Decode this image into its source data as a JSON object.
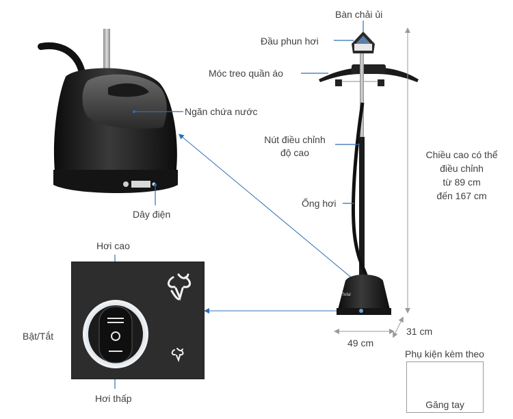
{
  "labels": {
    "brush": "Bàn chải ủi",
    "steam_head": "Đầu phun hơi",
    "hanger": "Móc treo quần áo",
    "water_tank": "Ngăn chứa nước",
    "power_cord": "Dây điện",
    "height_button_line1": "Nút điều chỉnh",
    "height_button_line2": "độ cao",
    "steam_hose": "Ống hơi",
    "height_range_line1": "Chiều cao có thể",
    "height_range_line2": "điều chỉnh",
    "height_range_line3": "từ 89 cm",
    "height_range_line4": "đến 167 cm",
    "depth": "31 cm",
    "width": "49 cm",
    "high_steam": "Hơi cao",
    "on_off": "Bật/Tắt",
    "low_steam": "Hơi thấp",
    "accessories_title": "Phụ kiện kèm theo",
    "glove": "Găng tay",
    "brand": "Tefal"
  },
  "colors": {
    "body": "#1f1f1f",
    "panel": "#2d2d2d",
    "leader": "#2f6fb3",
    "dimension": "#9a9a9a"
  }
}
